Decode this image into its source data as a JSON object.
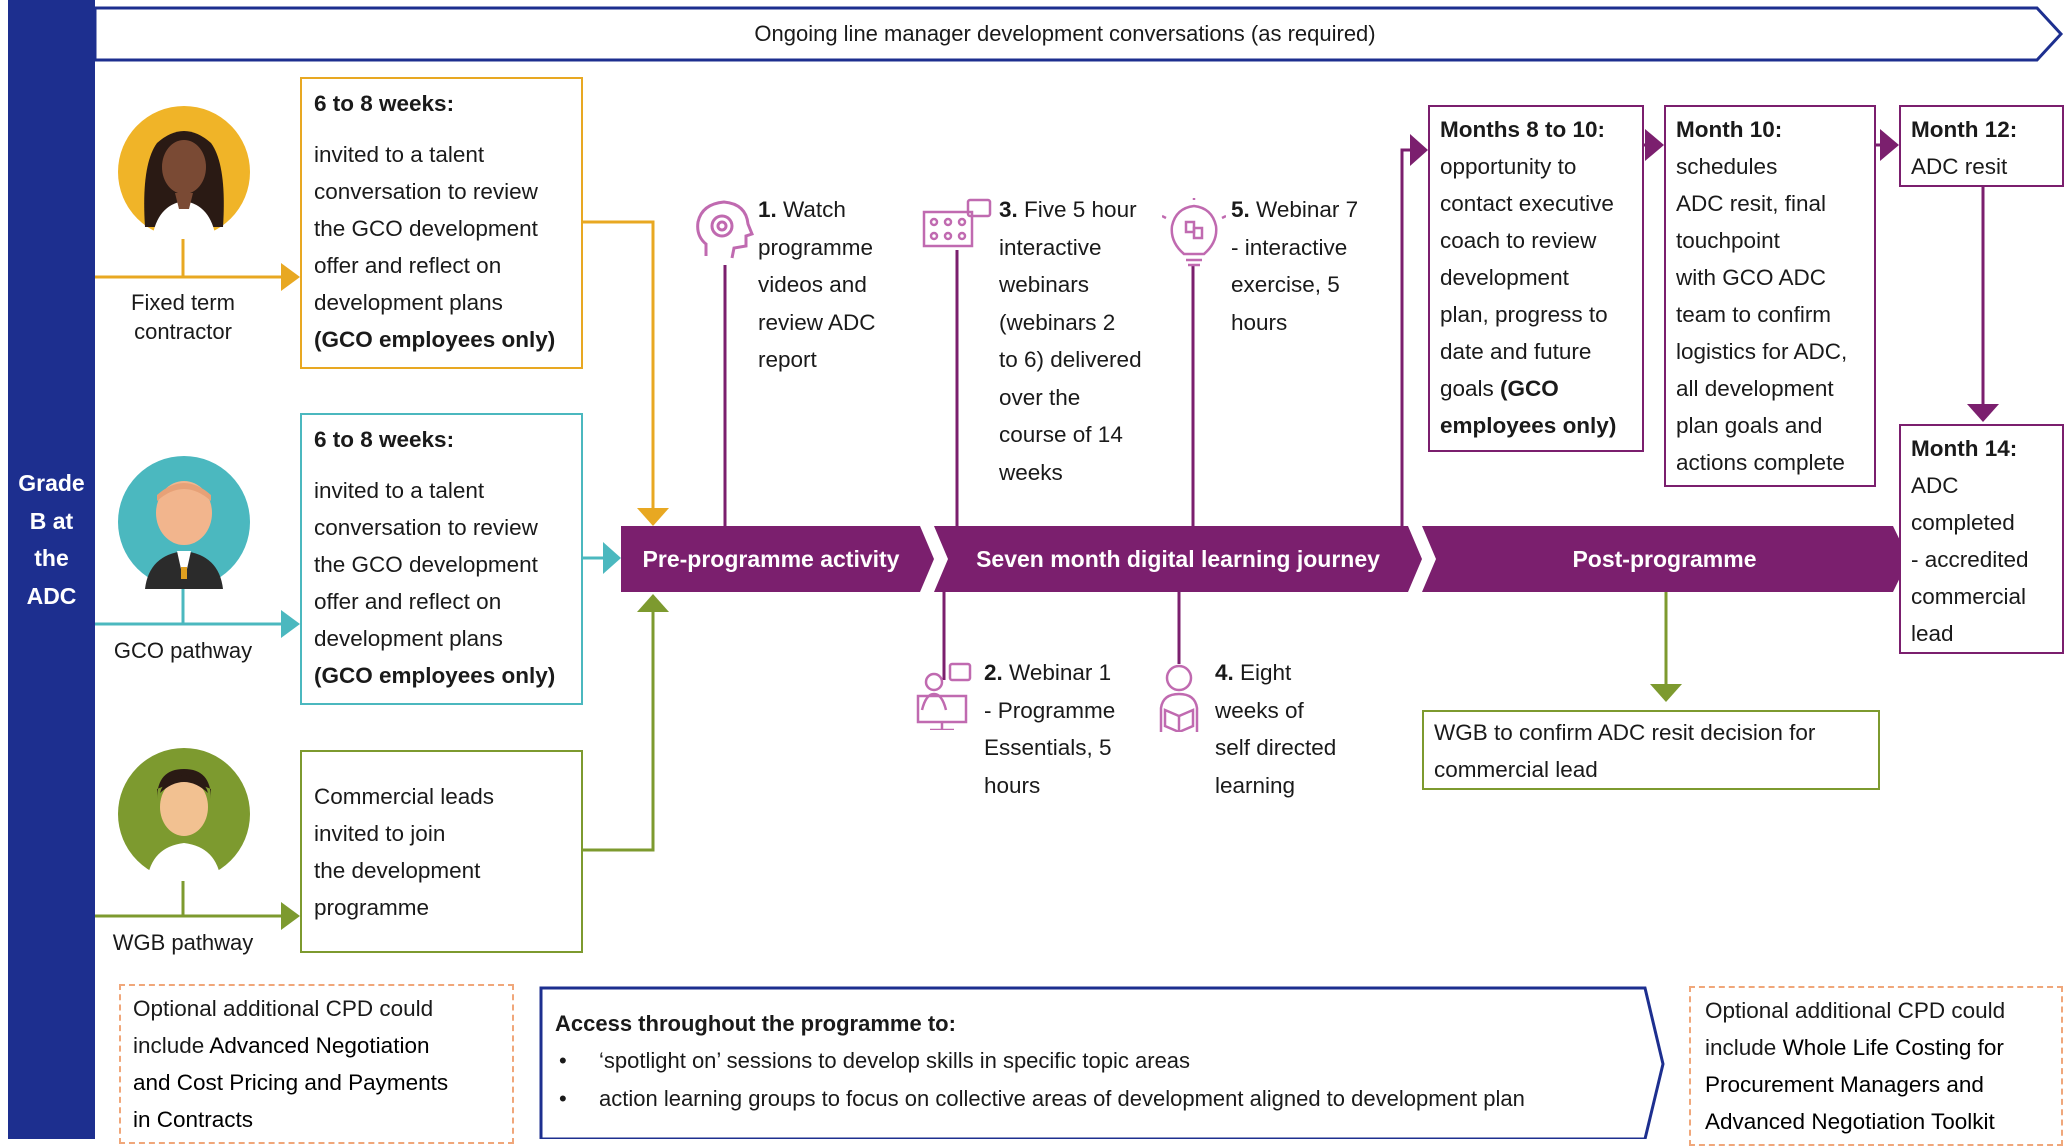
{
  "top_banner": "Ongoing line manager development conversations (as required)",
  "left_bar": [
    "Grade",
    "B at",
    "the",
    "ADC"
  ],
  "pathways": [
    {
      "caption": [
        "Fixed term",
        "contractor"
      ],
      "heading": "6 to 8 weeks:",
      "lines": [
        "invited to a talent",
        "conversation to review",
        "the GCO development",
        "offer and reflect on",
        "development plans"
      ],
      "bold_line": "(GCO employees only)"
    },
    {
      "caption": [
        "GCO pathway"
      ],
      "heading": "6 to 8 weeks:",
      "lines": [
        "invited to a talent",
        "conversation to review",
        "the GCO development",
        "offer and reflect on",
        "development plans"
      ],
      "bold_line": "(GCO employees only)"
    },
    {
      "caption": [
        "WGB pathway"
      ],
      "lines": [
        "Commercial leads",
        "invited to join",
        "the development",
        "programme"
      ]
    }
  ],
  "stages": [
    "Pre-programme activity",
    "Seven month digital learning journey",
    "Post-programme"
  ],
  "steps": [
    {
      "num": "1.",
      "lines": [
        " Watch",
        "programme",
        "videos and",
        "review ADC",
        "report"
      ],
      "icon": "headset-icon"
    },
    {
      "num": "3.",
      "lines": [
        " Five 5 hour",
        "interactive",
        "webinars",
        "(webinars 2",
        "to 6) delivered",
        "over the",
        "course of 14",
        "weeks"
      ],
      "icon": "webinar-group-icon"
    },
    {
      "num": "5.",
      "lines": [
        " Webinar 7",
        "- interactive",
        "exercise, 5",
        "hours"
      ],
      "icon": "lightbulb-puzzle-icon"
    },
    {
      "num": "2.",
      "lines": [
        " Webinar 1",
        "- Programme",
        "Essentials, 5",
        "hours"
      ],
      "icon": "presenter-icon"
    },
    {
      "num": "4.",
      "lines": [
        " Eight",
        "weeks of",
        "self directed",
        "learning"
      ],
      "icon": "reader-icon"
    }
  ],
  "months": [
    {
      "heading": "Months 8 to 10:",
      "lines": [
        "opportunity to",
        "contact executive",
        "coach to review",
        "development",
        "plan, progress to",
        "date and future"
      ],
      "last_plain": "goals ",
      "last_bold": "(GCO",
      "bold_line": "employees only)"
    },
    {
      "heading": "Month 10:",
      "lines": [
        "schedules",
        "ADC resit, final",
        "touchpoint",
        "with GCO ADC",
        "team to confirm",
        "logistics for ADC,",
        "all development",
        "plan goals and",
        "actions complete"
      ]
    },
    {
      "heading": "Month 12:",
      "lines": [
        "ADC resit"
      ]
    },
    {
      "heading": "Month 14:",
      "lines": [
        "ADC",
        "completed",
        "- accredited",
        "commercial",
        "lead"
      ]
    }
  ],
  "wgb_box": [
    "WGB to confirm ADC resit decision for",
    "commercial lead"
  ],
  "access": {
    "title": "Access throughout the programme to:",
    "items": [
      "‘spotlight on’ sessions to develop skills in specific topic areas",
      "action learning groups to focus on collective areas of development aligned to development plan"
    ]
  },
  "cpd_left": {
    "plain": "Optional additional CPD could",
    "prefix": "include ",
    "lines": [
      "Advanced Negotiation",
      "and Cost Pricing and Payments",
      "in Contracts"
    ]
  },
  "cpd_right": {
    "plain": "Optional additional CPD could",
    "prefix": "include ",
    "lines": [
      "Whole Life Costing for",
      "Procurement Managers and",
      "Advanced Negotiation Toolkit"
    ]
  },
  "colors": {
    "navy": "#1d2f8f",
    "purple": "#7b1f6e",
    "orange": "#e8a822",
    "teal": "#4bb8bf",
    "olive": "#7d9a2f",
    "dash": "#f0a77a"
  }
}
